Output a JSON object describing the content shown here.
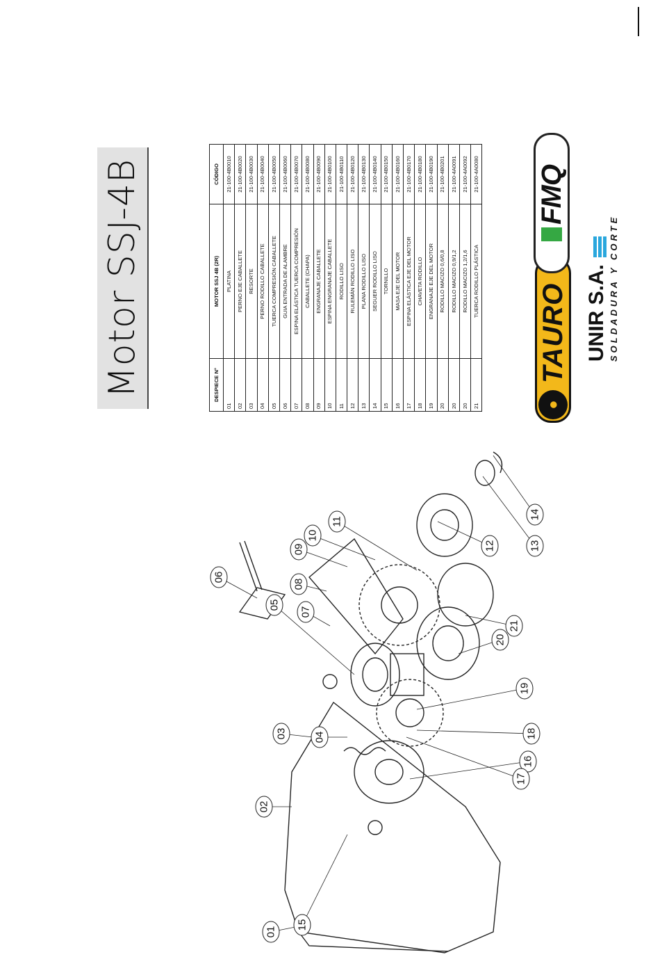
{
  "title": "Motor SSJ-4B",
  "table": {
    "headers": [
      "DESPIECE N°",
      "MOTOR SSJ 4B (2R)",
      "CÓDIGO"
    ],
    "rows": [
      [
        "01",
        "PLATINA",
        "21-100-4B0010"
      ],
      [
        "02",
        "PERNO EJE CABALLETE",
        "21-100-4B0020"
      ],
      [
        "03",
        "RESORTE",
        "21-100-4B0030"
      ],
      [
        "04",
        "PERNO RODILLO CABALLETE",
        "21-100-4B0040"
      ],
      [
        "05",
        "TUERCA COMPRESIÓN CABALLETE",
        "21-100-4B0050"
      ],
      [
        "06",
        "GUIA ENTRADA DE ALAMBRE",
        "21-100-4B0060"
      ],
      [
        "07",
        "ESPINA ELÁSTICA TUERCA COMPRESIÓN",
        "21-100-4B0070"
      ],
      [
        "08",
        "CABALLETE (CHAPA)",
        "21-100-4B0080"
      ],
      [
        "09",
        "ENGRANAJE CABALLETE",
        "21-100-4B0090"
      ],
      [
        "10",
        "ESPINA ENGRANAJE CABALLETE",
        "21-100-4B0100"
      ],
      [
        "11",
        "RODILLO LISO",
        "21-100-4B0110"
      ],
      [
        "12",
        "RULEMÁN RODILLO LISO",
        "21-100-4B0120"
      ],
      [
        "13",
        "PLANA RODILLO LISO",
        "21-100-4B0130"
      ],
      [
        "14",
        "SEGUER RODILLO LISO",
        "21-100-4B0140"
      ],
      [
        "15",
        "TORNILLO",
        "21-100-4B0150"
      ],
      [
        "16",
        "MASA EJE DEL MOTOR",
        "21-100-4B0160"
      ],
      [
        "17",
        "ESPINA ELÁSTICA EJE DEL MOTOR",
        "21-100-4B0170"
      ],
      [
        "18",
        "CHAVETA RODILLO",
        "21-100-4B0180"
      ],
      [
        "19",
        "ENGRANAJE EJE DEL MOTOR",
        "21-100-4B0190"
      ],
      [
        "20",
        "RODILLO MACIZO 0,6/0,8",
        "21-100-4B0201"
      ],
      [
        "20",
        "RODILLO MACIZO 0,9/1,2",
        "21-100-4A0091"
      ],
      [
        "20",
        "RODILLO MACIZO 1,2/1,6",
        "21-100-4A0092"
      ],
      [
        "21",
        "TUERCA RODILLO PLÁSTICA",
        "21-100-4A0080"
      ]
    ]
  },
  "logos": {
    "tauro": "TAURO",
    "fmq": "FMQ",
    "unir_name": "UNIR S.A.",
    "unir_tagline": "SOLDADURA Y CORTE"
  },
  "callouts": [
    "01",
    "02",
    "03",
    "04",
    "05",
    "06",
    "07",
    "08",
    "09",
    "10",
    "11",
    "12",
    "13",
    "14",
    "15",
    "16",
    "17",
    "18",
    "19",
    "20",
    "21"
  ],
  "colors": {
    "tauro_yellow": "#f3b81a",
    "fmq_green": "#35a843",
    "unir_blue": "#2aa7dd",
    "title_bg": "#e2e2e2"
  }
}
